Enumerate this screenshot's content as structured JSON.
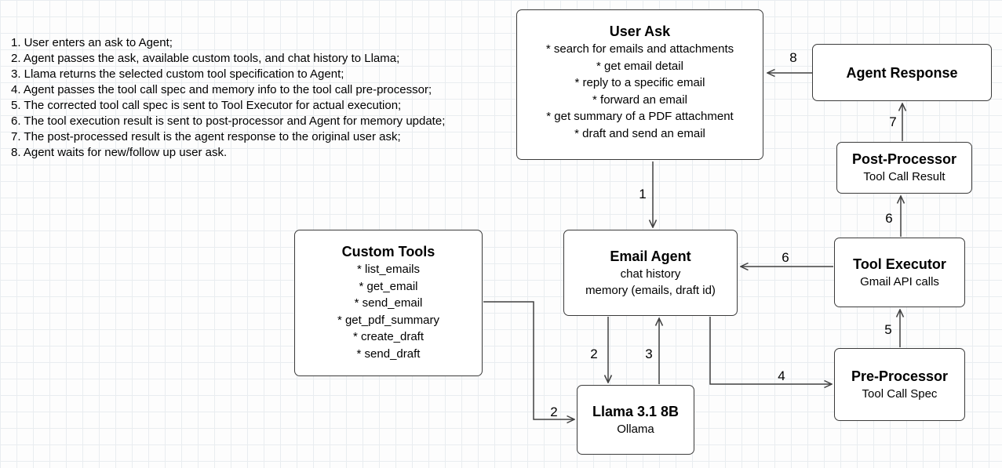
{
  "colors": {
    "stroke": "#404040",
    "background": "#fdfdfd",
    "grid": "#e9edf0"
  },
  "notes": {
    "steps": [
      "1. User enters an ask to Agent;",
      "2. Agent passes the ask, available custom tools, and chat history to Llama;",
      "3. Llama returns the selected custom tool specification to Agent;",
      "4. Agent passes the tool call spec and memory info to the tool call pre-processor;",
      "5. The corrected tool call spec is sent to Tool Executor for actual execution;",
      "6. The tool execution result is sent to post-processor and Agent for memory update;",
      "7. The post-processed result is the agent response to the original user ask;",
      "8. Agent waits for new/follow up user ask."
    ]
  },
  "boxes": {
    "user_ask": {
      "title": "User Ask",
      "items": [
        "* search for emails and attachments",
        "* get email detail",
        "* reply to a specific email",
        "* forward an email",
        "* get summary of a PDF attachment",
        "* draft and send an email"
      ]
    },
    "agent_response": {
      "title": "Agent Response"
    },
    "post_processor": {
      "title": "Post-Processor",
      "subtitle": "Tool Call Result"
    },
    "tool_executor": {
      "title": "Tool Executor",
      "subtitle": "Gmail API calls"
    },
    "pre_processor": {
      "title": "Pre-Processor",
      "subtitle": "Tool Call Spec"
    },
    "email_agent": {
      "title": "Email Agent",
      "line1": "chat history",
      "line2": "memory (emails, draft id)"
    },
    "custom_tools": {
      "title": "Custom Tools",
      "items": [
        "* list_emails",
        "* get_email",
        "* send_email",
        "* get_pdf_summary",
        "* create_draft",
        "* send_draft"
      ]
    },
    "llama": {
      "title": "Llama 3.1 8B",
      "subtitle": "Ollama"
    }
  },
  "edges": {
    "e1": "1",
    "e2_agent_llama": "2",
    "e2_tools_llama": "2",
    "e3": "3",
    "e4": "4",
    "e5": "5",
    "e6_executor_post": "6",
    "e6_executor_agent": "6",
    "e7": "7",
    "e8": "8"
  }
}
